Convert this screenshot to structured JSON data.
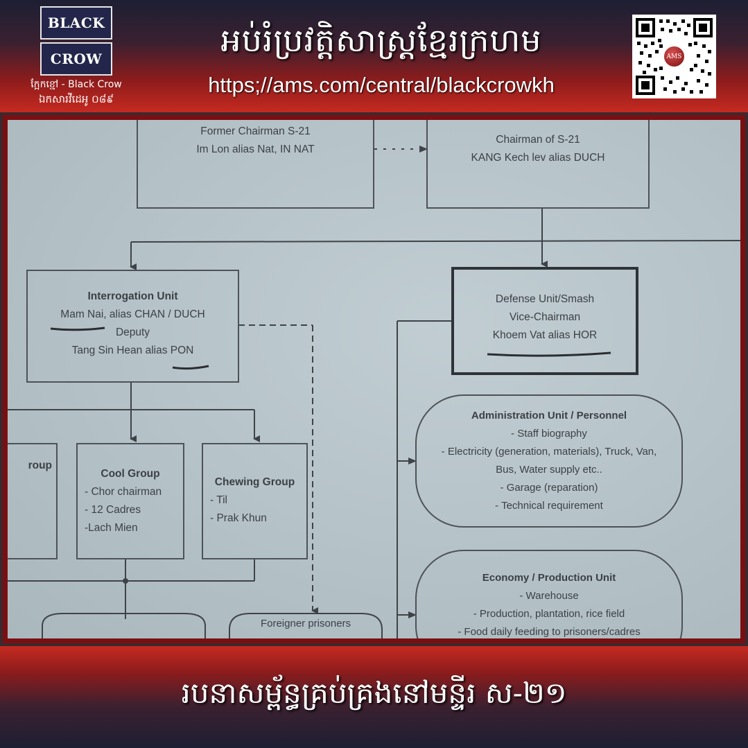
{
  "header": {
    "logo_top": "BLACK",
    "logo_bottom": "CROW",
    "logo_caption": "ក្អែកខ្មៅ - Black Crow",
    "logo_doc_number": "ឯកសារវីដេអូ ០៨៩",
    "title": "អប់រំប្រវត្តិសាស្ត្រខ្មែរក្រហម",
    "url": "https;//ams.com/central/blackcrowkh",
    "qr_badge": "AMS"
  },
  "diagram": {
    "former_chairman": [
      "Former Chairman S-21",
      "Im Lon alias Nat, IN NAT"
    ],
    "chairman": [
      "Chairman of S-21",
      "KANG Kech lev alias DUCH"
    ],
    "interrogation": {
      "title": "Interrogation Unit",
      "line2_a": "Mam Nai",
      "line2_b": ", alias CHAN / DUCH",
      "line3": "Deputy",
      "line4_a": "Tang Sin Hean alias ",
      "line4_b": "PON"
    },
    "defense": {
      "line1": "Defense Unit/Smash",
      "line2": "Vice-Chairman",
      "line3": "Khoem Vat alias HOR"
    },
    "group_cut": "roup",
    "cool_group": {
      "title": "Cool Group",
      "items": [
        "- Chor chairman",
        "- 12 Cadres",
        "-Lach Mien"
      ]
    },
    "chewing_group": {
      "title": "Chewing Group",
      "items": [
        "- Til",
        "- Prak Khun"
      ]
    },
    "administration": {
      "title": "Administration Unit / Personnel",
      "items": [
        "- Staff biography",
        "- Electricity (generation, materials), Truck, Van,",
        "Bus, Water supply  etc..",
        "- Garage (reparation)",
        "- Technical requirement"
      ]
    },
    "economy": {
      "title": "Economy / Production Unit",
      "items": [
        "- Warehouse",
        "- Production, plantation, rice field",
        "- Food daily feeding to prisoners/cadres"
      ]
    },
    "foreigner_prisoners": "Foreigner prisoners"
  },
  "footer": {
    "caption": "របនាសម្ព័ន្ធគ្រប់គ្រងនៅមន្ទីរ ស-២១"
  }
}
